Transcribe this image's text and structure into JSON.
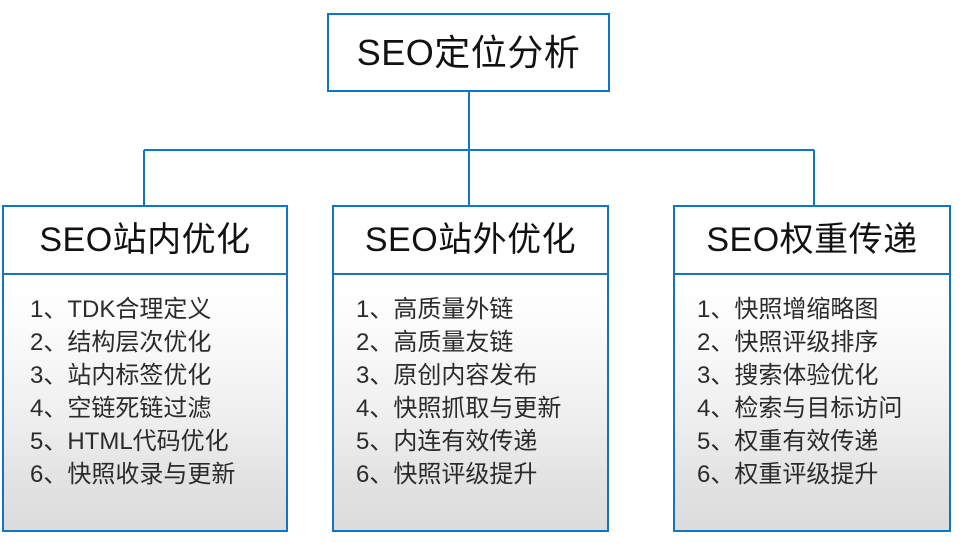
{
  "diagram": {
    "type": "org-tree",
    "accent_color": "#1275c4",
    "panel_gradient_from": "#ffffff",
    "panel_gradient_to": "#dcdcdc",
    "text_color": "#2b2b2b",
    "root": {
      "title": "SEO定位分析"
    },
    "branches": [
      {
        "title": "SEO站内优化",
        "items": [
          "1、TDK合理定义",
          "2、结构层次优化",
          "3、站内标签优化",
          "4、空链死链过滤",
          "5、HTML代码优化",
          "6、快照收录与更新"
        ]
      },
      {
        "title": "SEO站外优化",
        "items": [
          "1、高质量外链",
          "2、高质量友链",
          "3、原创内容发布",
          "4、快照抓取与更新",
          "5、内连有效传递",
          "6、快照评级提升"
        ]
      },
      {
        "title": "SEO权重传递",
        "items": [
          "1、快照增缩略图",
          "2、快照评级排序",
          "3、搜索体验优化",
          "4、检索与目标访问",
          "5、权重有效传递",
          "6、权重评级提升"
        ]
      }
    ]
  }
}
